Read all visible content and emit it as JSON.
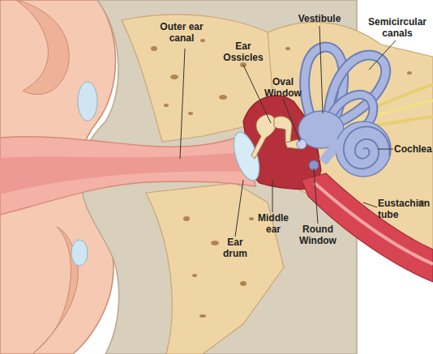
{
  "diagram": {
    "labels": [
      "Outer ear canal",
      "Ear Ossicles",
      "Oval Window",
      "Vestibule",
      "Semicircular canals",
      "Cochlea",
      "Eustachian tube",
      "Middle ear",
      "Round Window",
      "Ear drum"
    ]
  }
}
